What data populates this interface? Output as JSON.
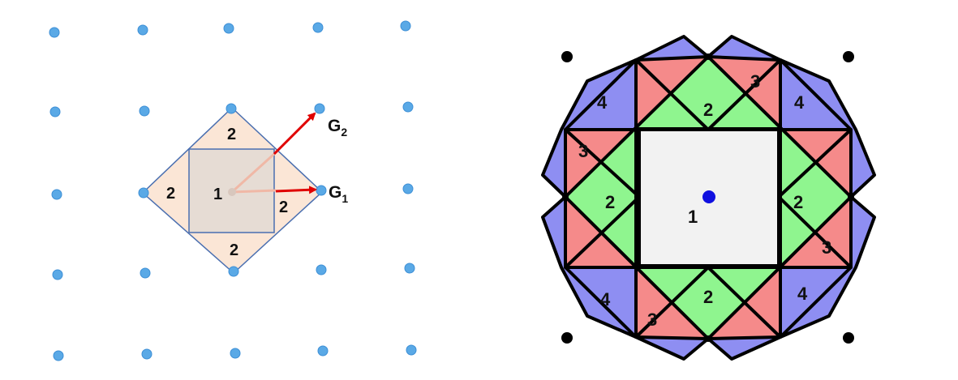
{
  "colors": {
    "lattice_point": "#5aa9e6",
    "lattice_edge": "#3d8fd6",
    "cell_outline": "#4a6fb0",
    "outer_zone_fill": "#fbe6d6",
    "inner_zone_fill": "#e9dcd2",
    "vector": "#e00000",
    "bz_green": "#8ff58f",
    "bz_red": "#f58a8a",
    "bz_blue": "#8e8ef2",
    "bz_center_fill": "#f2f2f2",
    "bz_center_dot": "#1010e0",
    "corner_dot": "#000000"
  },
  "left_diagram": {
    "zone_labels": {
      "center": "1",
      "top": "2",
      "left": "2",
      "right": "2",
      "bottom": "2"
    },
    "vectors": [
      {
        "name": "G",
        "subscript": "2"
      },
      {
        "name": "G",
        "subscript": "1"
      }
    ]
  },
  "right_diagram": {
    "labels": {
      "center": "1",
      "green_top": "2",
      "green_left": "2",
      "green_right": "2",
      "green_bottom": "2",
      "red_top_right": "3",
      "red_left_top": "3",
      "red_right_bottom": "3",
      "red_bottom_left": "3",
      "blue_top_left": "4",
      "blue_top_right": "4",
      "blue_bottom_left": "4",
      "blue_bottom_right": "4"
    }
  }
}
